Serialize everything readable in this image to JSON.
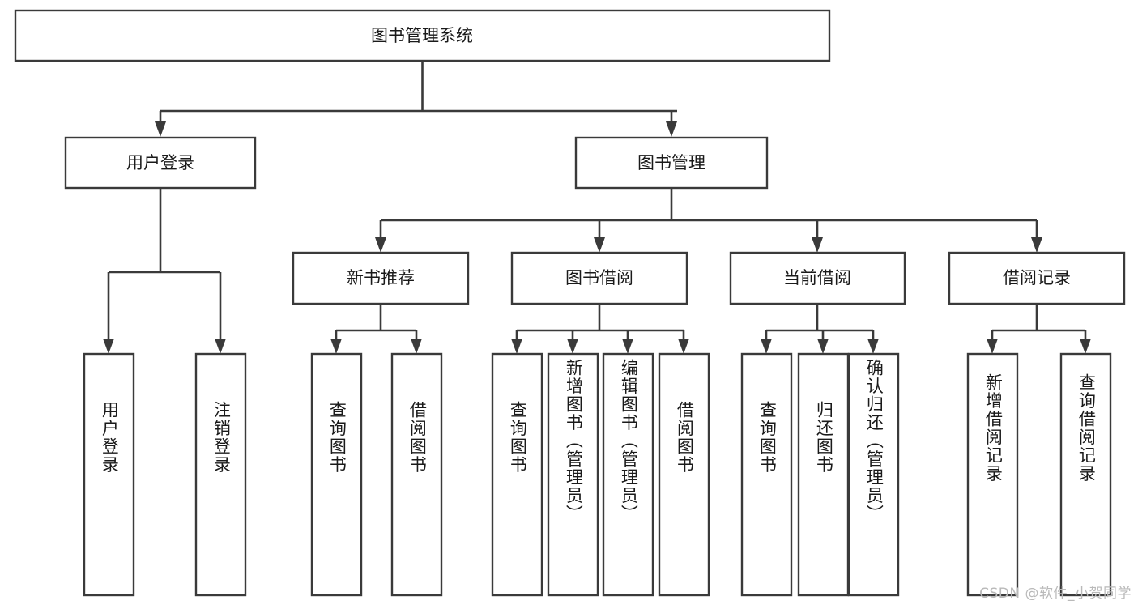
{
  "diagram": {
    "title": "图书管理系统",
    "type": "tree",
    "watermark": "CSDN @软件_小贺同学",
    "colors": {
      "stroke": "#3a3a3a",
      "fill": "#ffffff",
      "text": "#1a1a1a",
      "watermark": "#b9b9b9",
      "background": "#ffffff"
    },
    "levels": {
      "root": {
        "label": "图书管理系统"
      },
      "level2": [
        {
          "label": "用户登录"
        },
        {
          "label": "图书管理"
        }
      ],
      "level3": [
        {
          "label": "新书推荐"
        },
        {
          "label": "图书借阅"
        },
        {
          "label": "当前借阅"
        },
        {
          "label": "借阅记录"
        }
      ],
      "leaves": {
        "user_login": [
          {
            "label": "用户登录"
          },
          {
            "label": "注销登录"
          }
        ],
        "new_book": [
          {
            "label": "查询图书"
          },
          {
            "label": "借阅图书"
          }
        ],
        "book_borrow": [
          {
            "label": "查询图书"
          },
          {
            "label": "新增图书（管理员）"
          },
          {
            "label": "编辑图书（管理员）"
          },
          {
            "label": "借阅图书"
          }
        ],
        "current_borrow": [
          {
            "label": "查询图书"
          },
          {
            "label": "归还图书"
          },
          {
            "label": "确认归还（管理员）"
          }
        ],
        "borrow_record": [
          {
            "label": "新增借阅记录"
          },
          {
            "label": "查询借阅记录"
          }
        ]
      }
    }
  }
}
